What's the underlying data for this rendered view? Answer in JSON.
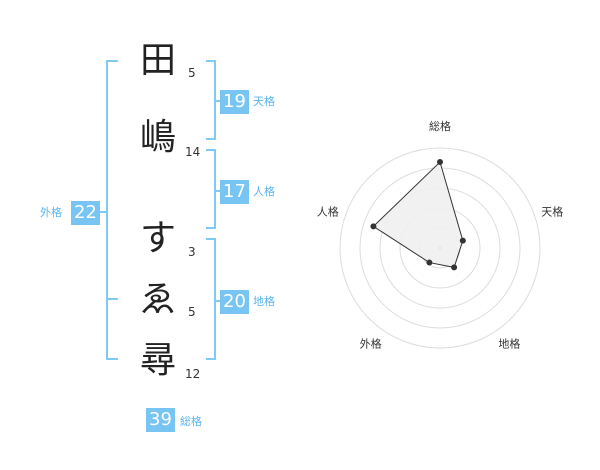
{
  "name": {
    "chars": [
      {
        "char": "田",
        "strokes": "5"
      },
      {
        "char": "嶋",
        "strokes": "14"
      },
      {
        "char": "す",
        "strokes": "3"
      },
      {
        "char": "ゑ",
        "strokes": "5"
      },
      {
        "char": "尋",
        "strokes": "12"
      }
    ]
  },
  "kaku": {
    "tenkaku": {
      "label": "天格",
      "value": "19"
    },
    "jinkaku": {
      "label": "人格",
      "value": "17"
    },
    "chikaku": {
      "label": "地格",
      "value": "20"
    },
    "gaikaku": {
      "label": "外格",
      "value": "22"
    },
    "soukaku": {
      "label": "総格",
      "value": "39"
    }
  },
  "chart_data": {
    "type": "radar",
    "axes": [
      "総格",
      "天格",
      "地格",
      "外格",
      "人格"
    ],
    "values": [
      4.3,
      1.2,
      1.2,
      0.9,
      3.5
    ],
    "rmax": 5,
    "rings": 5,
    "colors": {
      "fill": "#f0f0f0",
      "line": "#333333",
      "ring": "#dddddd",
      "center": "#cccccc"
    }
  }
}
